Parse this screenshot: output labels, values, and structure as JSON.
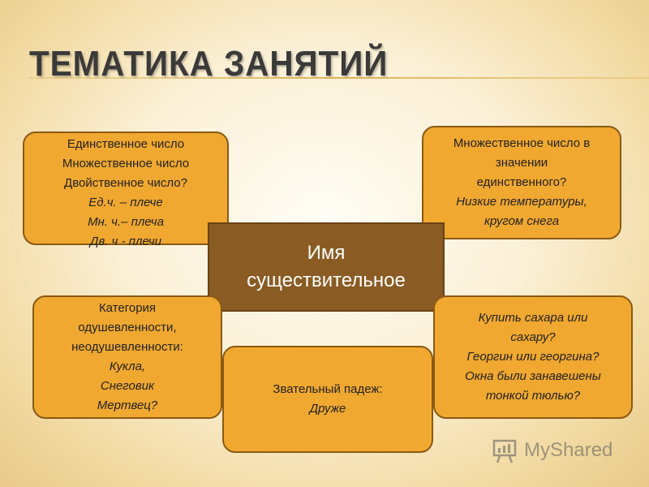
{
  "title": "Тематика занятий",
  "center": {
    "line1": "Имя",
    "line2": "существительное"
  },
  "boxes": {
    "top_left": [
      "Единственное число",
      "Множественное число",
      "Двойственное число?",
      "Ед.ч. – плече",
      "Мн. ч.– плеча",
      "Дв. ч - плечи"
    ],
    "top_right": [
      "Множественное число в",
      "значении",
      "единственного?",
      "Низкие температуры,",
      "кругом снега"
    ],
    "bottom_left": [
      "Категория",
      "одушевленности,",
      "неодушевленности:",
      "Кукла,",
      "Снеговик",
      "Мертвец?"
    ],
    "bottom_right": [
      "Купить сахара или",
      "сахару?",
      "Георгин или георгина?",
      "Окна были занавешены",
      "тонкой тюлью?"
    ],
    "bottom_center": [
      "Звательный падеж:",
      "Друже"
    ]
  },
  "watermark": "MyShared",
  "colors": {
    "box_fill": "#f0a830",
    "box_border": "#8a5a14",
    "center_fill": "#8a5c24"
  }
}
